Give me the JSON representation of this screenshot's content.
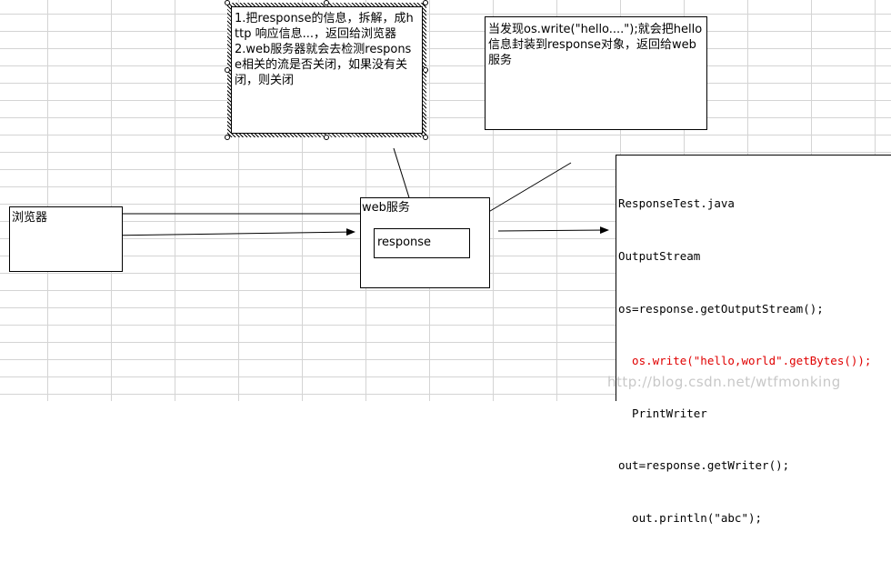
{
  "diagram": {
    "browser_label": "浏览器",
    "web_service_label": "web服务",
    "response_label": "response",
    "note_left": "1.把response的信息，拆解，成http 响应信息...，返回给浏览器\n2.web服务器就会去检测response相关的流是否关闭，如果没有关闭，则关闭",
    "note_right": "当发现os.write(\"hello....\");就会把hello信息封装到response对象，返回给web服务",
    "code_lines": [
      "ResponseTest.java",
      "OutputStream",
      "os=response.getOutputStream();",
      "  os.write(\"hello,world\".getBytes());",
      "  PrintWriter",
      "out=response.getWriter();",
      "  out.println(\"abc\");"
    ],
    "watermark": "http://blog.csdn.net/wtfmonking"
  }
}
